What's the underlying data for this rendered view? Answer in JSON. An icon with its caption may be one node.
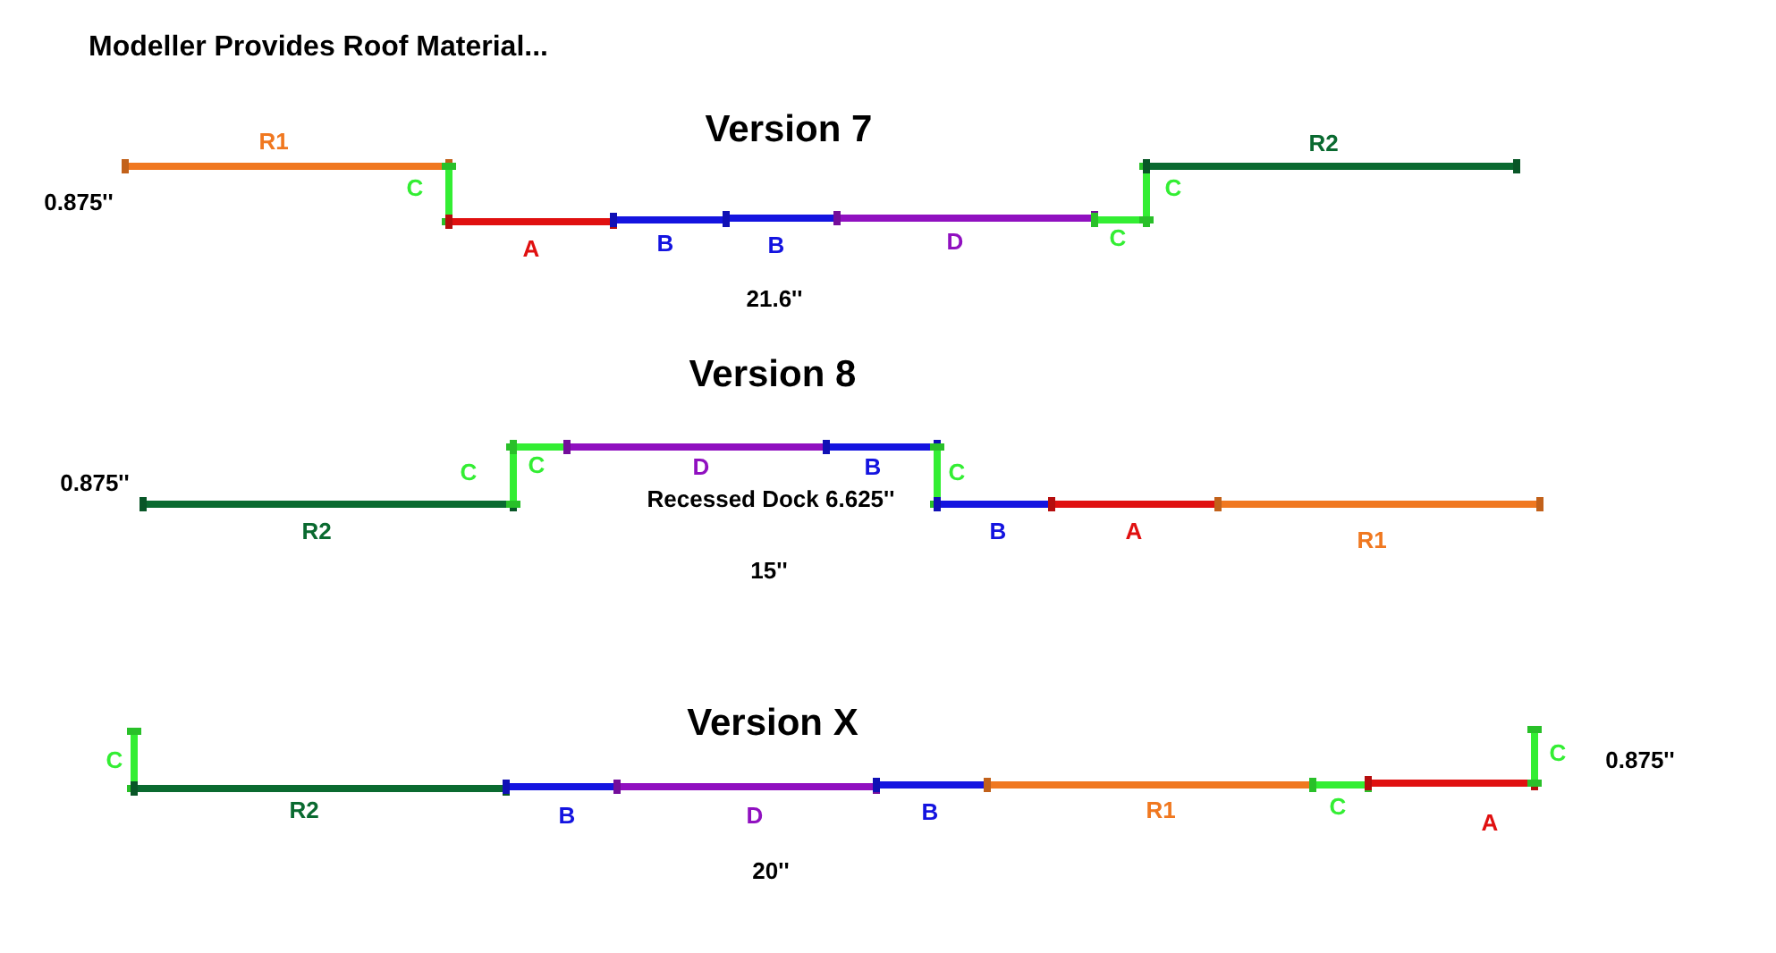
{
  "diagram": {
    "title": "Modeller Provides Roof Material...",
    "labels": [
      "R1",
      "Version 7",
      "R2",
      "0.875''",
      "C",
      "C",
      "A",
      "B",
      "B",
      "D",
      "C",
      "21.6''",
      "Version 8",
      "C",
      "D",
      "B",
      "0.875''",
      "C",
      "C",
      "Recessed Dock 6.625''",
      "R2",
      "B",
      "A",
      "R1",
      "15''",
      "Version X",
      "C",
      "C",
      "0.875''",
      "R2",
      "B",
      "D",
      "B",
      "R1",
      "C",
      "A",
      "20''"
    ]
  }
}
